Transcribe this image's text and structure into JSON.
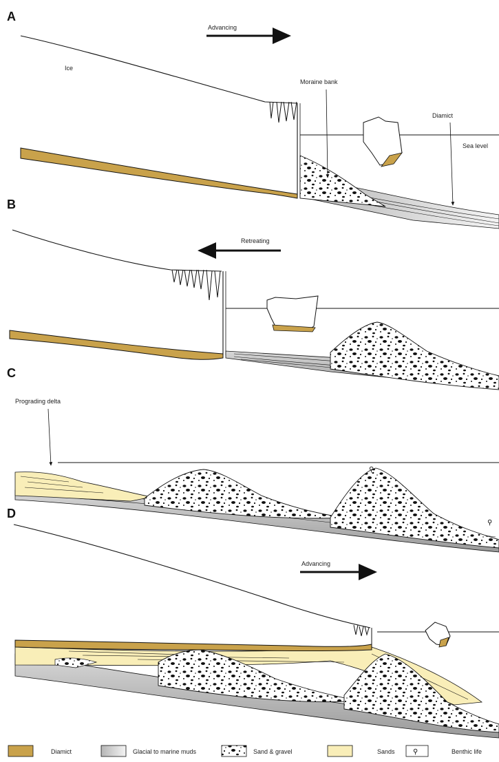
{
  "panels": {
    "a": {
      "letter": "A",
      "direction_label": "Advancing",
      "ice_label": "Ice",
      "moraine_label": "Moraine bank",
      "diamict_label": "Diamict",
      "sea_level_label": "Sea level"
    },
    "b": {
      "letter": "B",
      "direction_label": "Retreating"
    },
    "c": {
      "letter": "C",
      "delta_label": "Prograding delta"
    },
    "d": {
      "letter": "D",
      "direction_label": "Advancing"
    }
  },
  "legend": {
    "items": [
      {
        "label": "Diamict",
        "swatch": "diamict"
      },
      {
        "label": "Glacial to marine muds",
        "swatch": "muds"
      },
      {
        "label": "Sand & gravel",
        "swatch": "gravel"
      },
      {
        "label": "Sands",
        "swatch": "sands"
      },
      {
        "label": "Benthic life",
        "swatch": "benthic"
      }
    ]
  },
  "colors": {
    "diamict": "#c9a24b",
    "sands": "#f9eeb8",
    "muds_dark": "#a8a8a8",
    "muds_light": "#f2f2f2",
    "line": "#111111"
  }
}
